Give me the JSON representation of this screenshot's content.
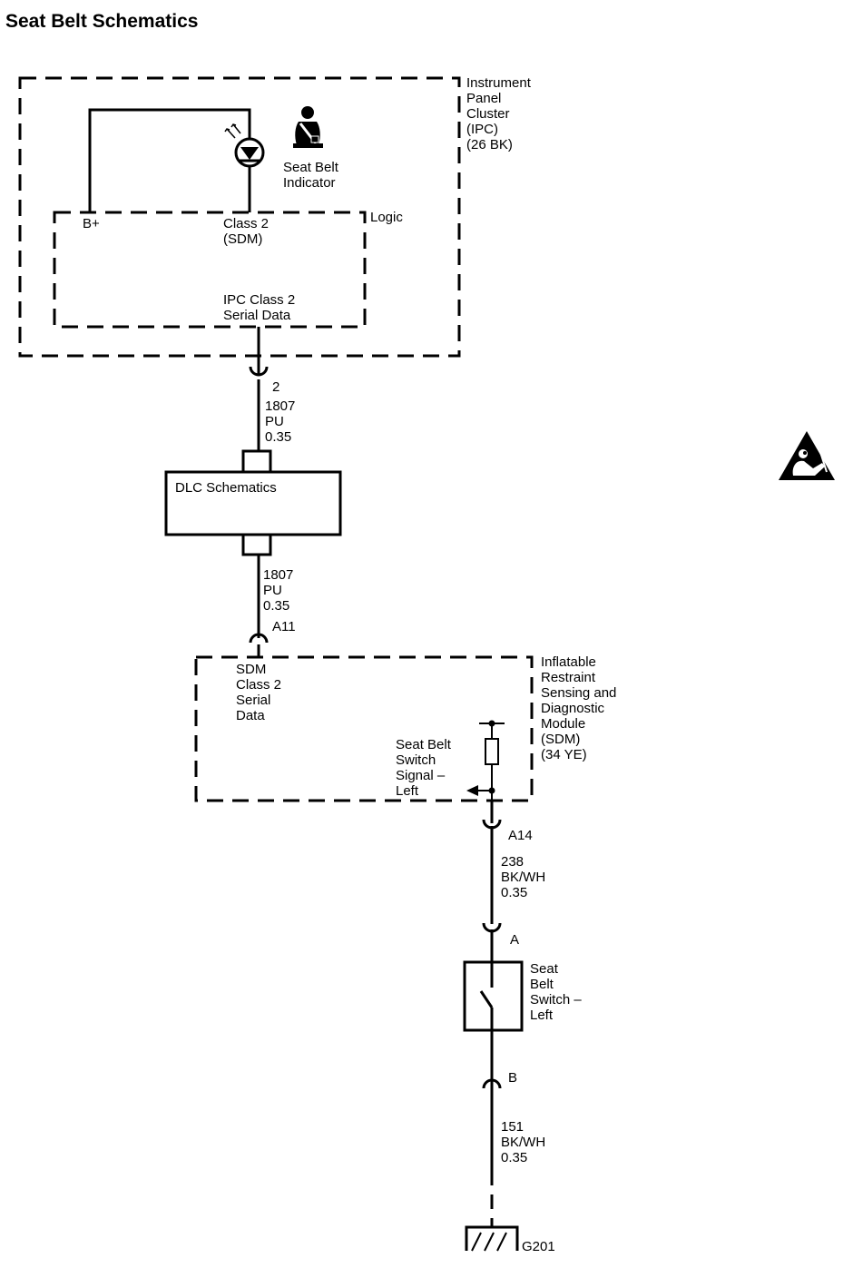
{
  "title": "Seat Belt Schematics",
  "ipc": {
    "lines": [
      "Instrument",
      "Panel",
      "Cluster",
      "(IPC)",
      "(26 BK)"
    ],
    "indicator_lines": [
      "Seat Belt",
      "Indicator"
    ],
    "logic_label": "Logic",
    "bplus": "B+",
    "class2_lines": [
      "Class 2",
      "(SDM)"
    ],
    "serial_lines": [
      "IPC Class 2",
      "Serial Data"
    ]
  },
  "wire_ipc_dlc": {
    "pin": "2",
    "lines": [
      "1807",
      "PU",
      "0.35"
    ]
  },
  "dlc": {
    "label": "DLC Schematics"
  },
  "wire_dlc_sdm": {
    "lines": [
      "1807",
      "PU",
      "0.35"
    ],
    "pin": "A11"
  },
  "sdm": {
    "lines": [
      "Inflatable",
      "Restraint",
      "Sensing and",
      "Diagnostic",
      "Module",
      "(SDM)",
      "(34 YE)"
    ],
    "serial_lines": [
      "SDM",
      "Class 2",
      "Serial",
      "Data"
    ],
    "signal_lines": [
      "Seat Belt",
      "Switch",
      "Signal –",
      "Left"
    ]
  },
  "wire_sdm_switch": {
    "pin": "A14",
    "lines": [
      "238",
      "BK/WH",
      "0.35"
    ],
    "connector": "A"
  },
  "switch": {
    "lines": [
      "Seat",
      "Belt",
      "Switch –",
      "Left"
    ]
  },
  "wire_switch_ground": {
    "connector": "B",
    "lines": [
      "151",
      "BK/WH",
      "0.35"
    ]
  },
  "ground": {
    "label": "G201"
  },
  "icons": [
    "seat-belt-icon",
    "led-icon",
    "airbag-warning-icon"
  ]
}
